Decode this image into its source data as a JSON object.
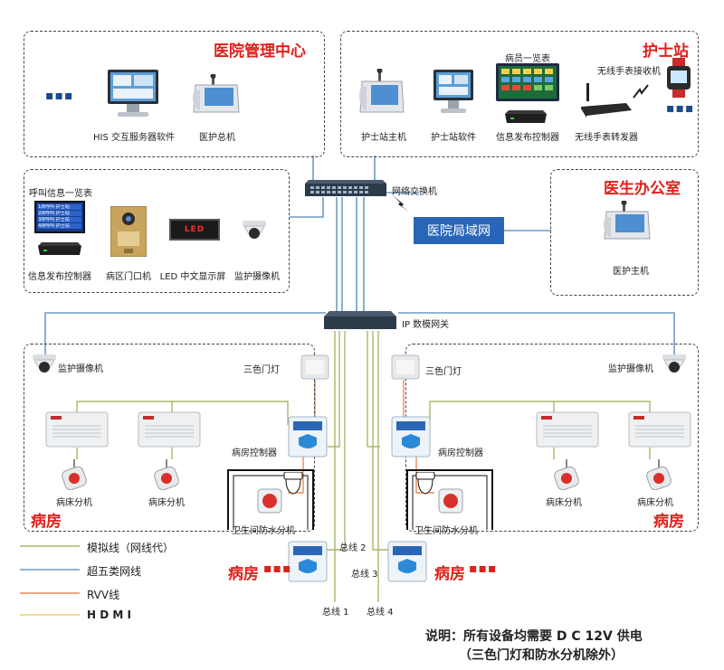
{
  "areas": {
    "management": "医院管理中心",
    "nurse_station": "护士站",
    "doctor_office": "医生办公室",
    "ward_left": "病房",
    "ward_right": "病房",
    "ward_bottom_left": "病房",
    "ward_bottom_right": "病房"
  },
  "devices": {
    "his_software": "HIS 交互服务器软件",
    "master_host": "医护总机",
    "nurse_host": "护士站主机",
    "nurse_software": "护士站软件",
    "patient_list": "病员一览表",
    "info_controller_top": "信息发布控制器",
    "wireless_receiver": "无线手表接收机",
    "wireless_repeater": "无线手表转发器",
    "switch": "网络交换机",
    "call_info_list": "呼叫信息一览表",
    "info_controller_left": "信息发布控制器",
    "ward_door": "病区门口机",
    "led_screen": "LED 中文显示屏",
    "camera_top": "监护摄像机",
    "lan": "医院局域网",
    "doctor_host": "医护主机",
    "gateway": "IP 数模网关",
    "camera_left": "监护摄像机",
    "camera_right": "监护摄像机",
    "door_lamp_left": "三色门灯",
    "door_lamp_right": "三色门灯",
    "room_ctrl_left": "病房控制器",
    "room_ctrl_right": "病房控制器",
    "bed_left_1": "病床分机",
    "bed_left_2": "病床分机",
    "bed_right_1": "病床分机",
    "bed_right_2": "病床分机",
    "toilet_left": "卫生间防水分机",
    "toilet_right": "卫生间防水分机",
    "led_text": "LED",
    "list_rows": [
      "1床呼叫 护士站",
      "2床呼叫 护士站",
      "3床呼叫 护士站",
      "4床呼叫 护士站"
    ]
  },
  "buses": {
    "bus1": "总线 1",
    "bus2": "总线 2",
    "bus3": "总线 3",
    "bus4": "总线 4"
  },
  "legend": [
    {
      "label": "模拟线（网线代）",
      "color": "#a9b86a"
    },
    {
      "label": "超五类网线",
      "color": "#6a9cc9"
    },
    {
      "label": "RVV线",
      "color": "#e98a5a"
    },
    {
      "label": "H D M I",
      "color": "#e8d26a"
    }
  ],
  "note": {
    "line1": "说明：所有设备均需要 D C 12V 供电",
    "line2": "（三色门灯和防水分机除外）"
  }
}
